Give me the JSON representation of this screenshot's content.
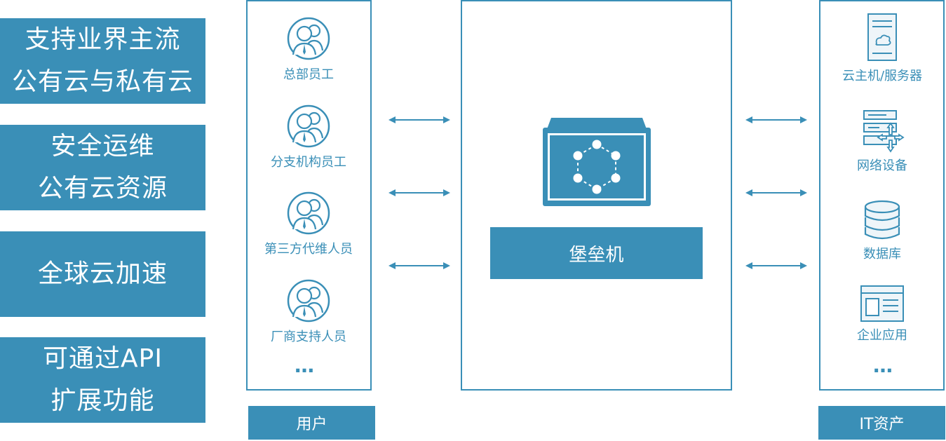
{
  "features": [
    {
      "lines": [
        "支持业界主流",
        "公有云与私有云"
      ]
    },
    {
      "lines": [
        "安全运维",
        "公有云资源"
      ]
    },
    {
      "lines": [
        "全球云加速"
      ]
    },
    {
      "lines": [
        "可通过API",
        "扩展功能"
      ]
    }
  ],
  "users": {
    "items": [
      {
        "label": "总部员工",
        "icon": "users-icon"
      },
      {
        "label": "分支机构员工",
        "icon": "users-icon"
      },
      {
        "label": "第三方代维人员",
        "icon": "users-icon"
      },
      {
        "label": "厂商支持人员",
        "icon": "users-icon"
      }
    ],
    "more": "…",
    "tag": "用户"
  },
  "center": {
    "label": "堡垒机",
    "icon": "bastion-server-icon"
  },
  "assets": {
    "items": [
      {
        "label": "云主机/服务器",
        "icon": "cloud-server-icon"
      },
      {
        "label": "网络设备",
        "icon": "network-device-icon"
      },
      {
        "label": "数据库",
        "icon": "database-icon"
      },
      {
        "label": "企业应用",
        "icon": "enterprise-app-icon"
      }
    ],
    "more": "…",
    "tag": "IT资产"
  },
  "colors": {
    "accent": "#3a8fb7",
    "background": "#ffffff"
  }
}
